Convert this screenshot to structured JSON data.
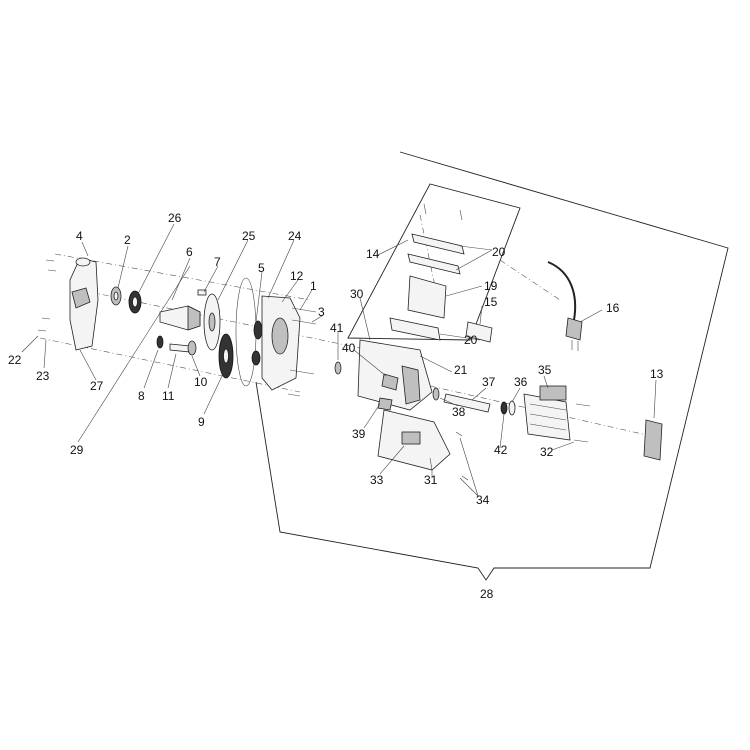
{
  "diagram": {
    "type": "exploded-parts-view",
    "callouts": [
      "1",
      "2",
      "3",
      "4",
      "5",
      "6",
      "7",
      "8",
      "9",
      "10",
      "11",
      "12",
      "13",
      "14",
      "15",
      "16",
      "19",
      "20",
      "20",
      "20",
      "21",
      "22",
      "23",
      "24",
      "25",
      "26",
      "27",
      "28",
      "29",
      "30",
      "31",
      "32",
      "33",
      "34",
      "35",
      "36",
      "37",
      "38",
      "39",
      "40",
      "41",
      "42"
    ]
  },
  "colors": {
    "line": "#222222",
    "fill": "#f4f4f4",
    "shade": "#bfbfbf",
    "background": "#ffffff"
  }
}
